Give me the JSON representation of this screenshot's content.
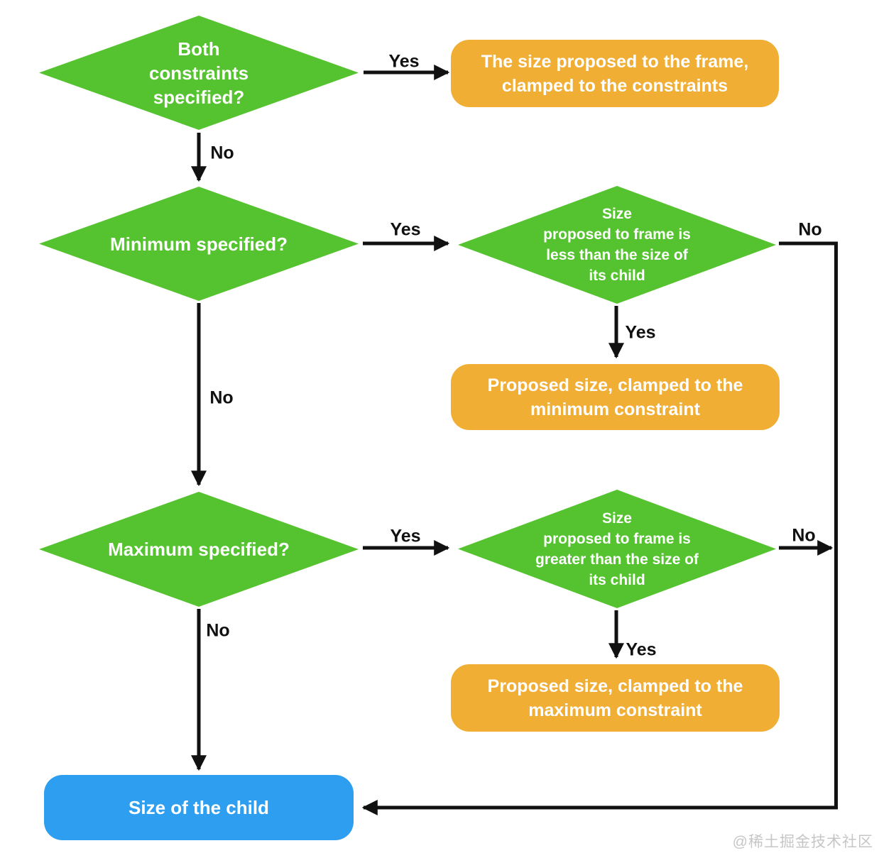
{
  "colors": {
    "node_green": "#55C32F",
    "node_orange": "#F0AE35",
    "node_blue": "#2D9EF0",
    "node_text": "#FFFFFF",
    "line": "#111111",
    "watermark": "#C6C6C6"
  },
  "nodes": {
    "both_constraints": {
      "label": "Both\nconstraints\nspecified?"
    },
    "clamped_to_constraints": {
      "label": "The size proposed to the frame,\nclamped to the constraints"
    },
    "minimum_specified": {
      "label": "Minimum specified?"
    },
    "less_than_child": {
      "label": "Size\nproposed to frame is\nless than the size of\nits child"
    },
    "clamped_minimum": {
      "label": "Proposed size, clamped to the\nminimum constraint"
    },
    "maximum_specified": {
      "label": "Maximum specified?"
    },
    "greater_than_child": {
      "label": "Size\nproposed to frame is\ngreater than the size of\nits child"
    },
    "clamped_maximum": {
      "label": "Proposed size, clamped to the\nmaximum constraint"
    },
    "size_of_child": {
      "label": "Size of the child"
    }
  },
  "edge_labels": {
    "both_yes": "Yes",
    "both_no": "No",
    "min_yes": "Yes",
    "min_no": "No",
    "less_yes": "Yes",
    "less_no": "No",
    "max_yes": "Yes",
    "max_no": "No",
    "greater_yes": "Yes",
    "greater_no": "No"
  },
  "watermark": "@稀土掘金技术社区"
}
